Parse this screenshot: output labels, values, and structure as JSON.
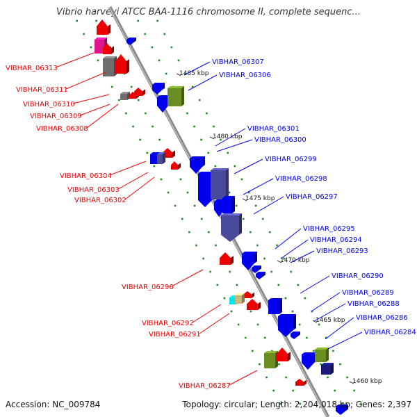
{
  "title": "Vibrio harveyi ATCC BAA-1116 chromosome II, complete sequenc...",
  "footer": {
    "accession": "Accession: NC_009784",
    "summary": "Topology: circular; Length: 2,204,018 bp; Genes: 2,397"
  },
  "colors": {
    "backbone": "#8a8a8a",
    "forward_gene": "#0000ee",
    "reverse_gene": "#ee0000",
    "operon_purple": "#4a4a9a",
    "olive": "#6b8e23",
    "grey_gene": "#6e6e6e",
    "magenta": "#e0158c",
    "cyan": "#00e5ee",
    "dot_green": "#228b22"
  },
  "scale_ticks": [
    "1485 kbp",
    "1480 kbp",
    "1475 kbp",
    "1470 kbp",
    "1465 kbp",
    "1460 kbp"
  ],
  "labels_left": [
    "VIBHAR_06313",
    "VIBHAR_06311",
    "VIBHAR_06310",
    "VIBHAR_06309",
    "VIBHAR_06308",
    "VIBHAR_06304",
    "VIBHAR_06303",
    "VIBHAR_06302",
    "VIBHAR_06296",
    "VIBHAR_06292",
    "VIBHAR_06291",
    "VIBHAR_06287"
  ],
  "labels_right": [
    "VIBHAR_06307",
    "VIBHAR_06306",
    "VIBHAR_06301",
    "VIBHAR_06300",
    "VIBHAR_06299",
    "VIBHAR_06298",
    "VIBHAR_06297",
    "VIBHAR_06295",
    "VIBHAR_06294",
    "VIBHAR_06293",
    "VIBHAR_06290",
    "VIBHAR_06289",
    "VIBHAR_06288",
    "VIBHAR_06286",
    "VIBHAR_06284"
  ]
}
